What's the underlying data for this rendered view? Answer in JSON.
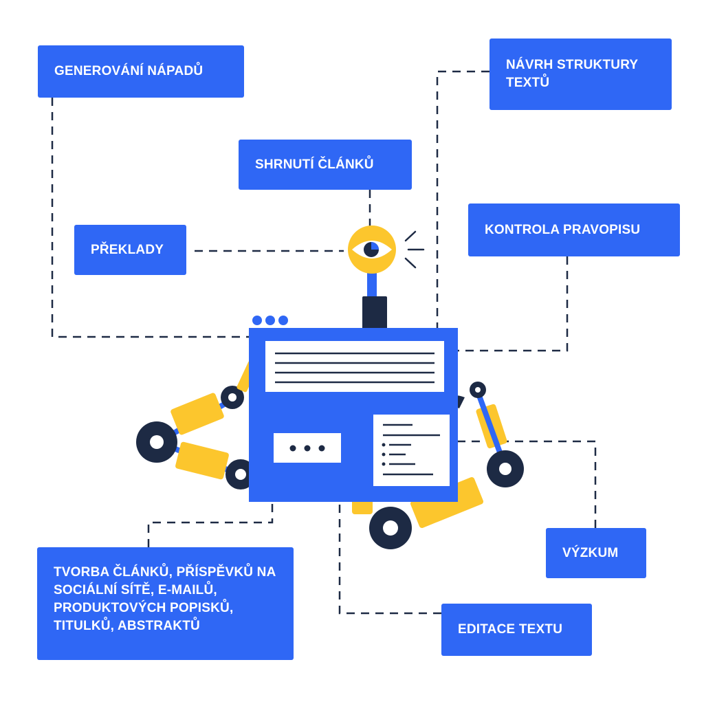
{
  "labels": {
    "ideas": "GENEROVÁNÍ NÁPADŮ",
    "structure": "NÁVRH STRUKTURY TEXTŮ",
    "summary": "SHRNUTÍ ČLÁNKŮ",
    "translations": "PŘEKLADY",
    "spelling": "KONTROLA PRAVOPISU",
    "creation": "TVORBA ČLÁNKŮ, PŘÍSPĚVKŮ NA SOCIÁLNÍ SÍTĚ, E-MAILŮ, PRODUKTOVÝCH POPISKŮ, TITULKŮ, ABSTRAKTŮ",
    "research": "VÝZKUM",
    "editing": "EDITACE TEXTU"
  },
  "colors": {
    "blue": "#2f67f5",
    "navy": "#1d2a44",
    "yellow": "#fcc62d",
    "white": "#ffffff"
  }
}
